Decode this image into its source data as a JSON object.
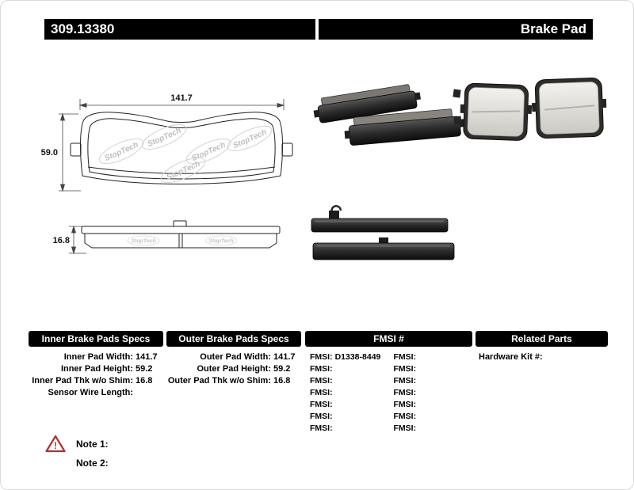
{
  "header": {
    "part_number": "309.13380",
    "product_type": "Brake Pad"
  },
  "drawing": {
    "width_dim": "141.7",
    "height_dim": "59.0",
    "thickness_dim": "16.8",
    "watermark": "StopTech"
  },
  "tables": {
    "inner": {
      "title": "Inner Brake Pads Specs",
      "rows": [
        {
          "label": "Inner Pad Width:",
          "value": "141.7"
        },
        {
          "label": "Inner Pad Height:",
          "value": "59.2"
        },
        {
          "label": "Inner Pad Thk w/o Shim:",
          "value": "16.8"
        },
        {
          "label": "Sensor Wire Length:",
          "value": ""
        }
      ]
    },
    "outer": {
      "title": "Outer Brake Pads Specs",
      "rows": [
        {
          "label": "Outer Pad Width:",
          "value": "141.7"
        },
        {
          "label": "Outer Pad Height:",
          "value": "59.2"
        },
        {
          "label": "Outer Pad Thk w/o Shim:",
          "value": "16.8"
        }
      ]
    },
    "fmsi": {
      "title": "FMSI #",
      "left_rows": [
        {
          "label": "FMSI:",
          "value": "D1338-8449"
        },
        {
          "label": "FMSI:",
          "value": ""
        },
        {
          "label": "FMSI:",
          "value": ""
        },
        {
          "label": "FMSI:",
          "value": ""
        },
        {
          "label": "FMSI:",
          "value": ""
        },
        {
          "label": "FMSI:",
          "value": ""
        },
        {
          "label": "FMSI:",
          "value": ""
        }
      ],
      "right_rows": [
        {
          "label": "FMSI:",
          "value": ""
        },
        {
          "label": "FMSI:",
          "value": ""
        },
        {
          "label": "FMSI:",
          "value": ""
        },
        {
          "label": "FMSI:",
          "value": ""
        },
        {
          "label": "FMSI:",
          "value": ""
        },
        {
          "label": "FMSI:",
          "value": ""
        },
        {
          "label": "FMSI:",
          "value": ""
        }
      ]
    },
    "related": {
      "title": "Related Parts",
      "rows": [
        {
          "label": "Hardware Kit #:",
          "value": ""
        }
      ]
    }
  },
  "notes": {
    "warning_glyph": "!",
    "items": [
      {
        "label": "Note 1:"
      },
      {
        "label": "Note 2:"
      }
    ]
  }
}
